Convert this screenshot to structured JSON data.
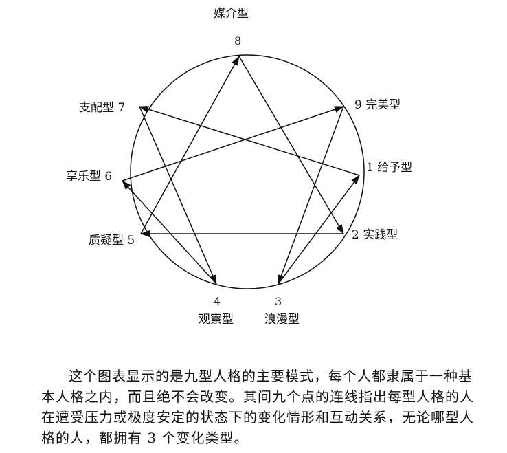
{
  "types": [
    {
      "num": "1",
      "name": "给予型",
      "label_text": "1 给予型"
    },
    {
      "num": "2",
      "name": "实践型",
      "label_text": "2 实践型"
    },
    {
      "num": "3",
      "name": "浪漫型"
    },
    {
      "num": "4",
      "name": "观察型"
    },
    {
      "num": "5",
      "name": "质疑型",
      "label_text": "质疑型 5"
    },
    {
      "num": "6",
      "name": "享乐型",
      "label_text": "享乐型 6"
    },
    {
      "num": "7",
      "name": "支配型",
      "label_text": "支配型 7"
    },
    {
      "num": "8",
      "name": "媒介型"
    },
    {
      "num": "9",
      "name": "完美型",
      "label_text": "9  完美型"
    }
  ],
  "arrows": [
    {
      "from": "1",
      "to": "7"
    },
    {
      "from": "7",
      "to": "4"
    },
    {
      "from": "4",
      "to": "6"
    },
    {
      "from": "6",
      "to": "9"
    },
    {
      "from": "9",
      "to": "3"
    },
    {
      "from": "3",
      "to": "1"
    },
    {
      "from": "2",
      "to": "5"
    },
    {
      "from": "5",
      "to": "8"
    },
    {
      "from": "8",
      "to": "2"
    }
  ],
  "caption": "这个图表显示的是九型人格的主要模式，每个人都隶属于一种基本人格之内，而且绝不会改变。其间九个点的连线指出每型人格的人在遭受压力或极度安定的状态下的变化情形和互动关系，无论哪型人格的人，都拥有 3 个变化类型。"
}
